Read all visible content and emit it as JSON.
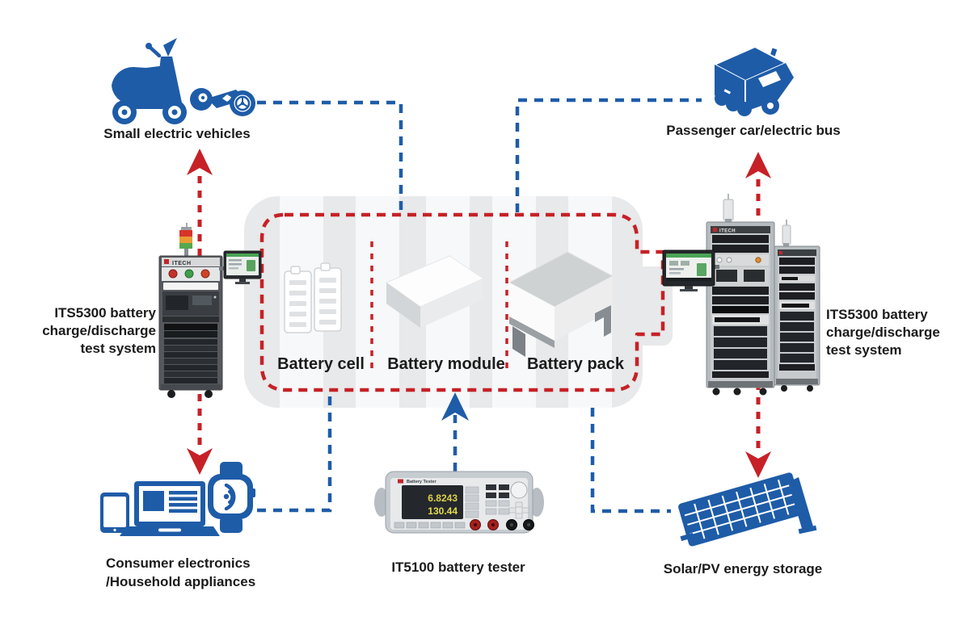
{
  "colors": {
    "connector_blue": "#1e5ca8",
    "connector_red": "#c62127",
    "battery_body_gray": "#e8e9ea",
    "battery_stripe": "#f7f8f9",
    "label_text": "#1b1b1b"
  },
  "battery_flow": {
    "stages": [
      {
        "label": "Battery cell"
      },
      {
        "label": "Battery module"
      },
      {
        "label": "Battery pack"
      }
    ]
  },
  "applications": {
    "small_ev": {
      "label": "Small electric vehicles"
    },
    "passenger_bus": {
      "label": "Passenger car/electric bus"
    },
    "consumer": {
      "line1": "Consumer electronics",
      "line2": "/Household appliances"
    },
    "solar": {
      "label": "Solar/PV energy storage"
    }
  },
  "test_systems": {
    "left": {
      "line1": "ITS5300 battery",
      "line2": "charge/discharge",
      "line3": "test system"
    },
    "right": {
      "line1": "ITS5300 battery",
      "line2": "charge/discharge",
      "line3": "test system"
    },
    "tester": {
      "label": "IT5100 battery tester",
      "panel_title": "Battery Tester",
      "display_value_1": "6.8243",
      "display_value_2": "130.44"
    }
  },
  "equipment_brand": "ITECH"
}
